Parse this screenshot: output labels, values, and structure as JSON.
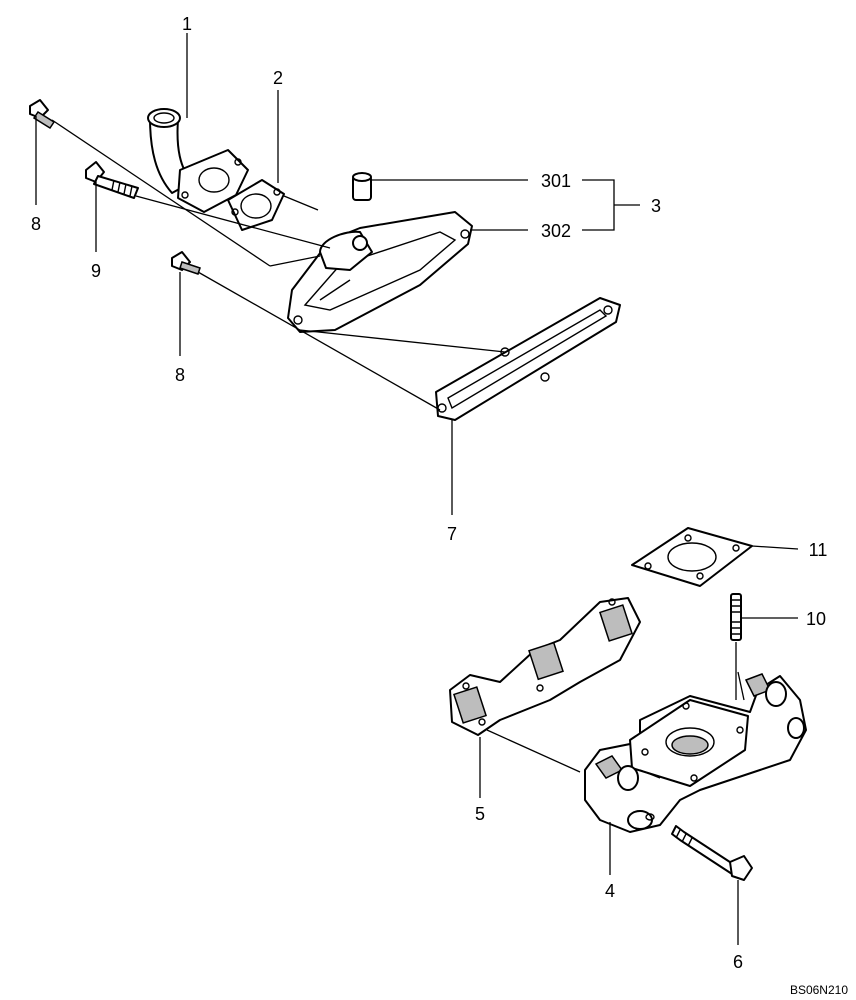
{
  "drawing": {
    "code": "BS06N210",
    "callouts": {
      "c1": "1",
      "c2": "2",
      "c3": "3",
      "c301": "301",
      "c302": "302",
      "c4": "4",
      "c5": "5",
      "c6": "6",
      "c7": "7",
      "c8a": "8",
      "c8b": "8",
      "c9": "9",
      "c10": "10",
      "c11": "11"
    }
  }
}
